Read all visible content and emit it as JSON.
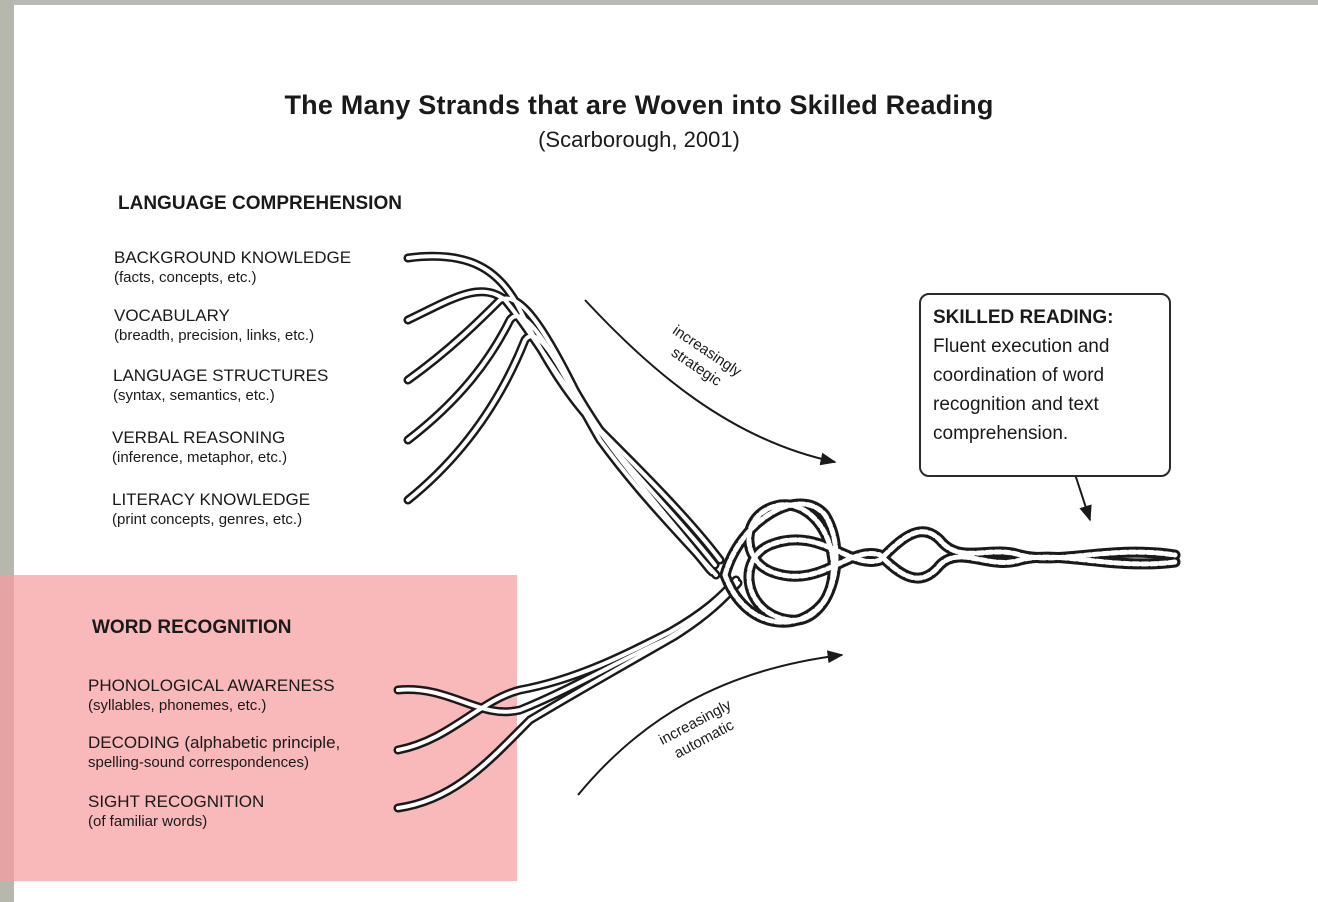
{
  "title": "The Many Strands that are Woven into Skilled Reading",
  "subtitle": "(Scarborough, 2001)",
  "language": {
    "heading": "LANGUAGE COMPREHENSION",
    "strands": [
      {
        "name": "BACKGROUND KNOWLEDGE",
        "desc": "(facts, concepts, etc.)"
      },
      {
        "name": "VOCABULARY",
        "desc": "(breadth, precision, links, etc.)"
      },
      {
        "name": "LANGUAGE STRUCTURES",
        "desc": "(syntax, semantics, etc.)"
      },
      {
        "name": "VERBAL REASONING",
        "desc": "(inference, metaphor, etc.)"
      },
      {
        "name": "LITERACY KNOWLEDGE",
        "desc": "(print concepts, genres, etc.)"
      }
    ]
  },
  "word": {
    "heading": "WORD RECOGNITION",
    "strands": [
      {
        "name": "PHONOLOGICAL AWARENESS",
        "desc": "(syllables, phonemes, etc.)"
      },
      {
        "name": "DECODING (alphabetic principle,",
        "desc": "spelling-sound correspondences)"
      },
      {
        "name": "SIGHT RECOGNITION",
        "desc": "(of familiar words)"
      }
    ]
  },
  "arrows": {
    "strategic": "increasingly\nstrategic",
    "automatic": "increasingly\nautomatic"
  },
  "callout": {
    "heading": "SKILLED READING:",
    "body": "Fluent execution and coordination of word recognition and text comprehension."
  },
  "colors": {
    "highlight": "#f69da0",
    "ink": "#1a1a1a",
    "frame": "#b6b8ae"
  }
}
